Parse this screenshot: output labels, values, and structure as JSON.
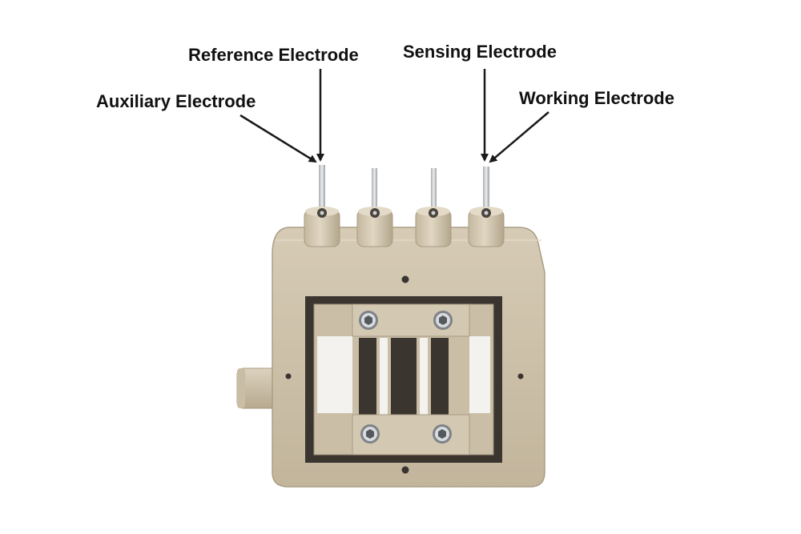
{
  "labels": {
    "reference": "Reference Electrode",
    "sensing": "Sensing Electrode",
    "auxiliary": "Auxiliary Electrode",
    "working": "Working Electrode"
  },
  "colors": {
    "body": "#cbbfa8",
    "body_shadow": "#b5a98f",
    "body_highlight": "#ddd3bf",
    "window_dark": "#3b3530",
    "steel": "#c9ccd0",
    "arrow": "#1a1a1a"
  },
  "icons": {
    "arrow": "arrow-down-right",
    "screw": "hex-socket-screw"
  }
}
